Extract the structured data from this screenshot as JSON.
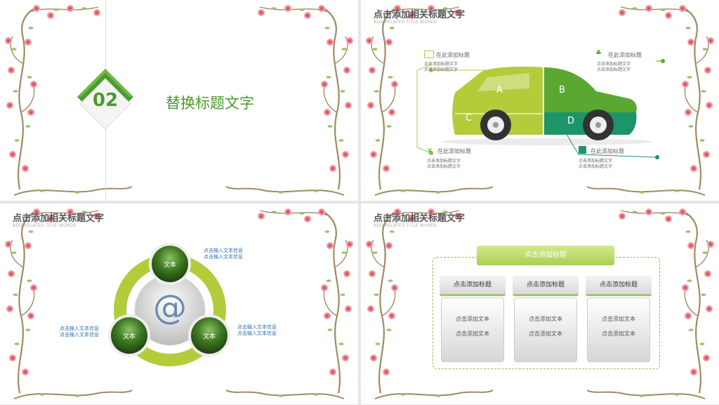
{
  "slide1": {
    "number": "02",
    "title": "替换标题文字"
  },
  "slide2": {
    "title": "点击添加相关标题文字",
    "subtitle": "ADD RELATED TITLE WORDS",
    "puzzle": [
      "A",
      "B",
      "C",
      "D"
    ],
    "callouts": [
      {
        "label": "在此添加标题",
        "line1": "点击添加标题文字",
        "line2": "点击添加标题文字",
        "icon": "play-icon"
      },
      {
        "label": "在此添加标题",
        "line1": "点击添加标题文字",
        "line2": "点击添加标题文字",
        "icon": "chart-icon"
      },
      {
        "label": "在此添加标题",
        "line1": "点击添加标题文字",
        "line2": "点击添加标题文字",
        "icon": "tools-icon"
      },
      {
        "label": "在此添加标题",
        "line1": "点击添加标题文字",
        "line2": "点击添加标题文字",
        "icon": "qr-icon"
      }
    ],
    "colors": {
      "lime": "#b3cc3a",
      "green": "#5aa832",
      "teal": "#1e9469"
    }
  },
  "slide3": {
    "title": "点击添加相关标题文字",
    "subtitle": "ADD RELATED TITLE WORDS",
    "center": "@",
    "nodes": [
      "文本",
      "文本",
      "文本"
    ],
    "info": [
      {
        "line1": "点击输入文本信息",
        "line2": "点击输入文本信息"
      },
      {
        "line1": "点击输入文本信息",
        "line2": "点击输入文本信息"
      },
      {
        "line1": "点击输入文本信息",
        "line2": "点击输入文本信息"
      }
    ]
  },
  "slide4": {
    "title": "点击添加相关标题文字",
    "subtitle": "ADD RELATED TITLE WORDS",
    "header": "点击添加标题",
    "columns": [
      {
        "title": "点击添加标题",
        "line1": "点击添加文本",
        "line2": "点击添加文本"
      },
      {
        "title": "点击添加标题",
        "line1": "点击添加文本",
        "line2": "点击添加文本"
      },
      {
        "title": "点击添加标题",
        "line1": "点击添加文本",
        "line2": "点击添加文本"
      }
    ]
  }
}
